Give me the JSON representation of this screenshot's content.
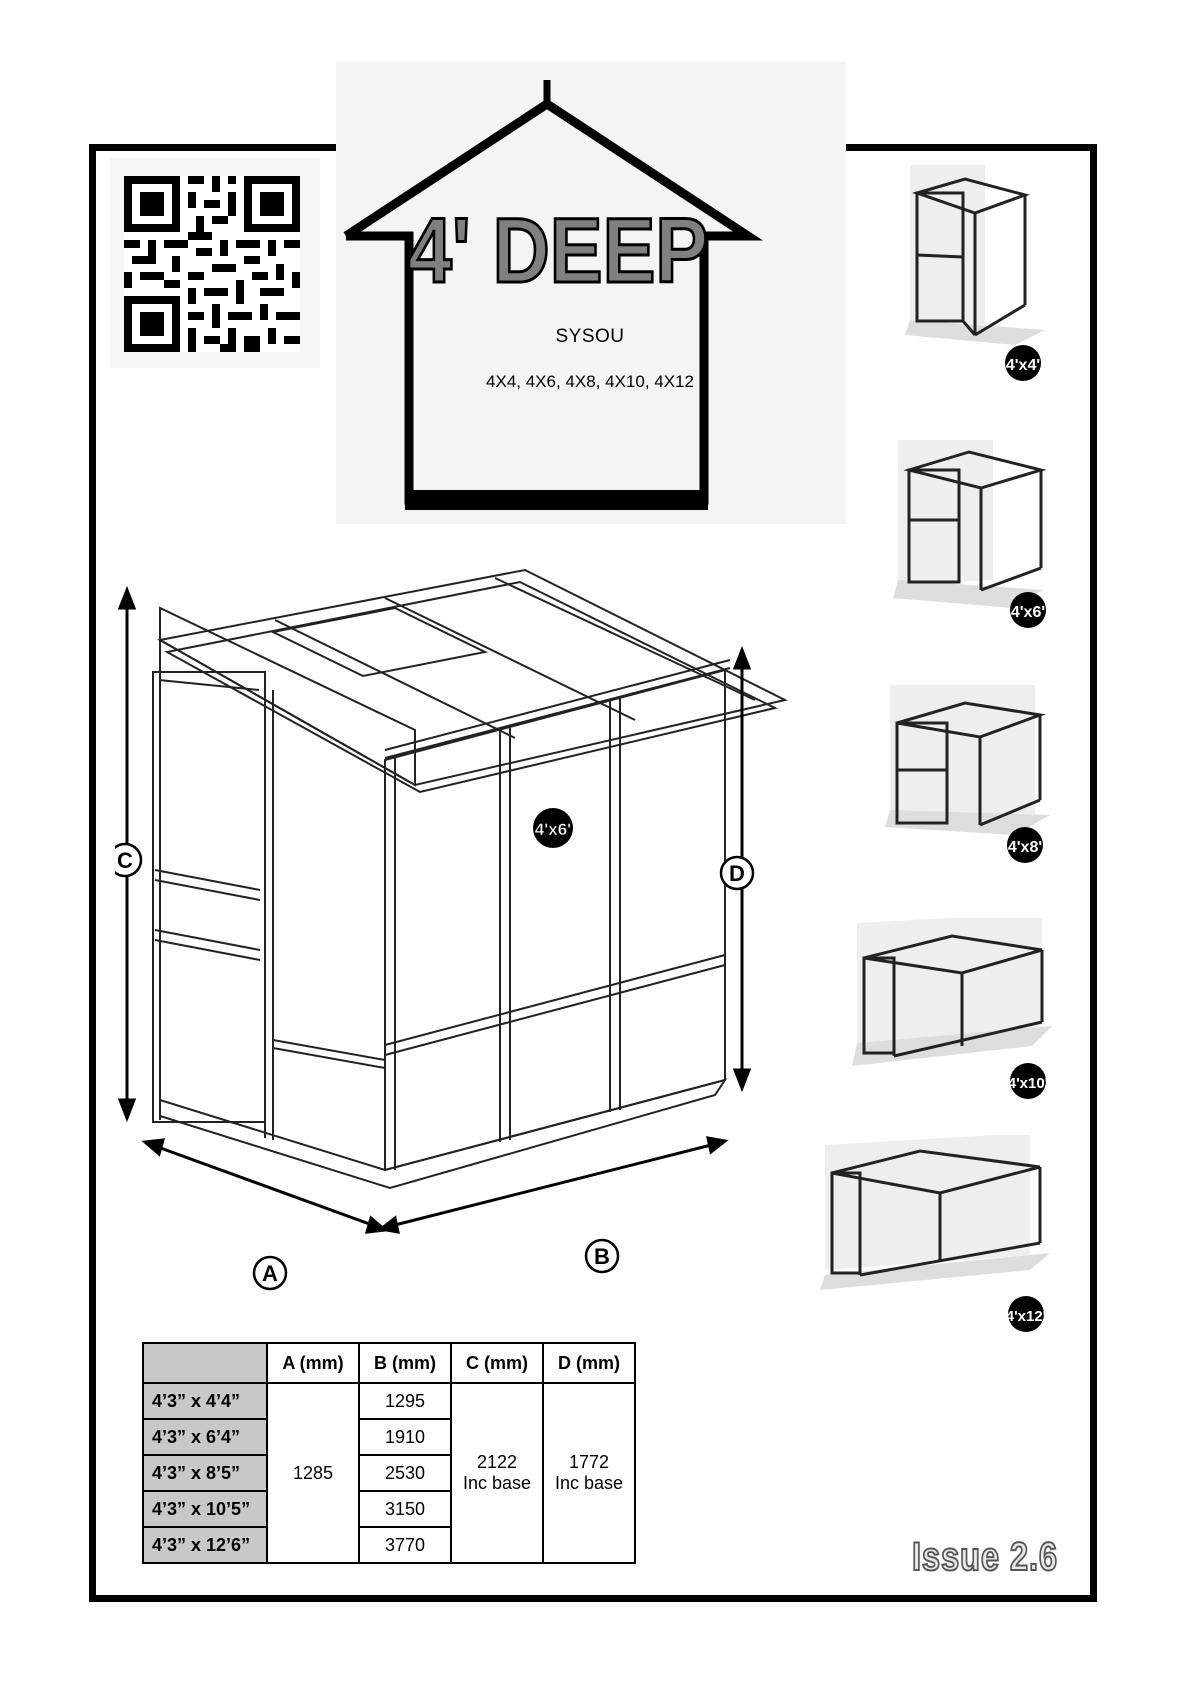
{
  "header": {
    "title": "4' DEEP",
    "model_code": "SYSOU",
    "model_sizes": "4X4, 4X6, 4X8, 4X10, 4X12"
  },
  "drawing": {
    "main_badge": "4'x6'",
    "dim_labels": {
      "a": "A",
      "b": "B",
      "c": "C",
      "d": "D"
    }
  },
  "thumbnails": [
    {
      "badge": "4'x4'"
    },
    {
      "badge": "4'x6'"
    },
    {
      "badge": "4'x8'"
    },
    {
      "badge": "4'x10'"
    },
    {
      "badge": "4'x12'"
    }
  ],
  "dimensions_table": {
    "headers": [
      "",
      "A (mm)",
      "B (mm)",
      "C (mm)",
      "D (mm)"
    ],
    "rows": [
      {
        "size": "4’3” x 4’4”",
        "b": "1295"
      },
      {
        "size": "4’3” x 6’4”",
        "b": "1910"
      },
      {
        "size": "4’3” x 8’5”",
        "b": "2530"
      },
      {
        "size": "4’3” x 10’5”",
        "b": "3150"
      },
      {
        "size": "4’3” x 12’6”",
        "b": "3770"
      }
    ],
    "a_value": "1285",
    "c_value": "2122",
    "c_note": "Inc base",
    "d_value": "1772",
    "d_note": "Inc base"
  },
  "footer": {
    "issue": "Issue 2.6"
  },
  "colors": {
    "frame": "#000000",
    "title_fill": "#808080",
    "table_label_bg": "#c8c8c8"
  }
}
